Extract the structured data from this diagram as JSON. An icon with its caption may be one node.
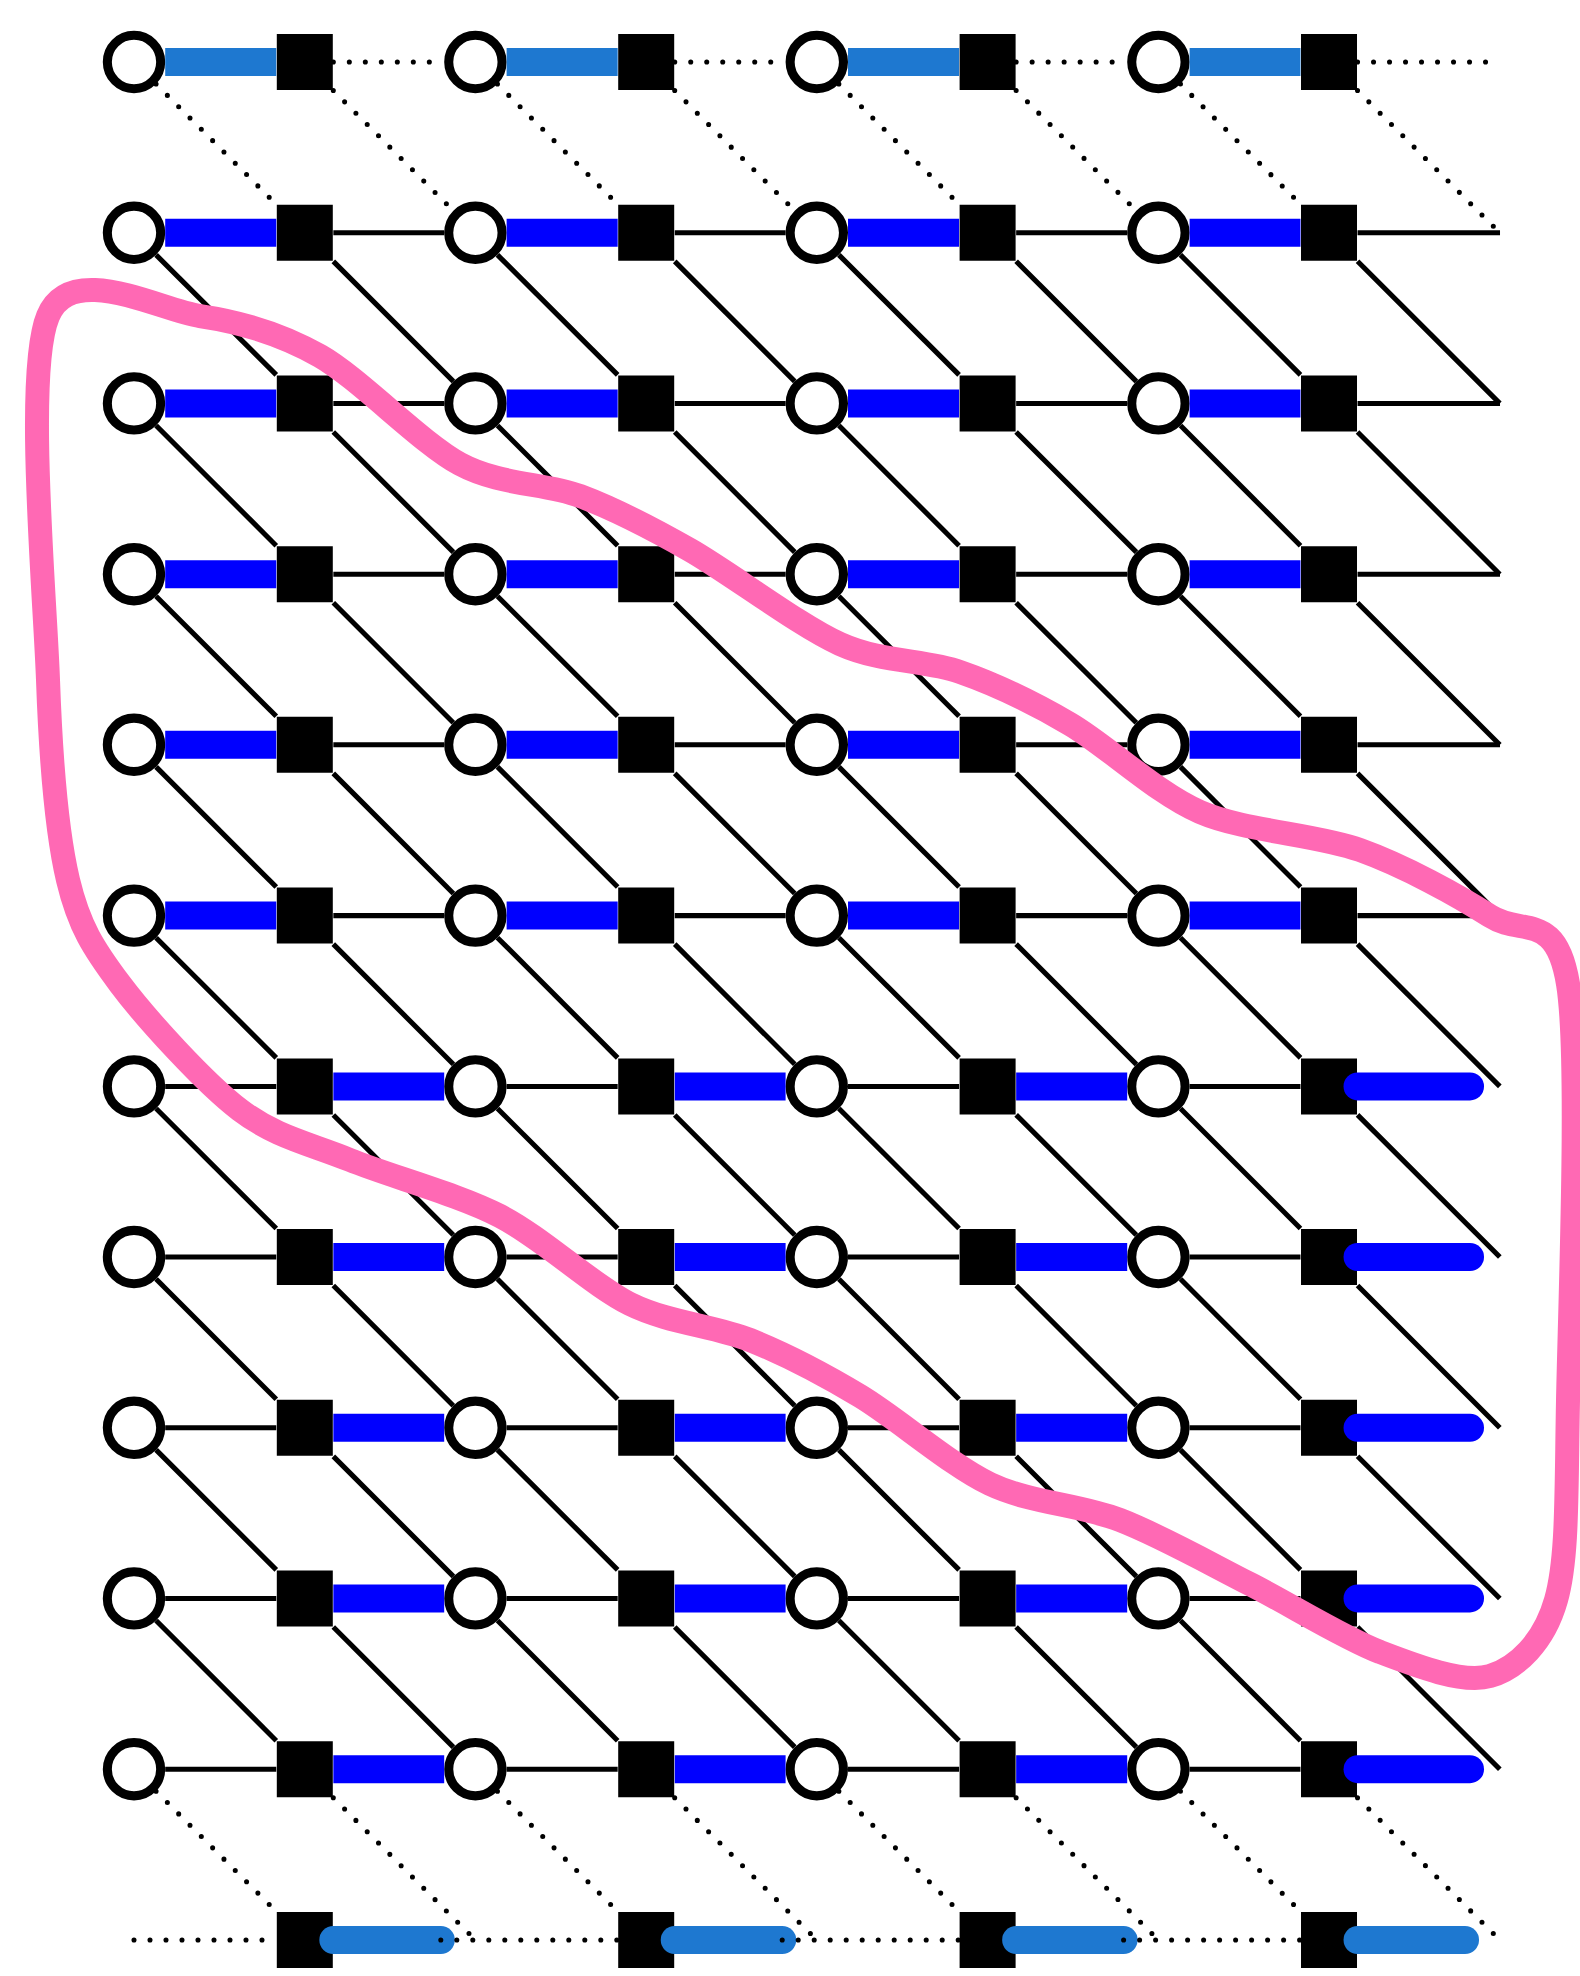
{
  "diagram": {
    "nodes": [
      {
        "text": [],
        "shape": "circle"
      },
      {
        "text": [],
        "shape": "box"
      },
      {
        "text": [],
        "shape": "circle"
      },
      {
        "text": [],
        "shape": "box"
      },
      {
        "text": [],
        "shape": "circle"
      },
      {
        "text": [],
        "shape": "box"
      },
      {
        "text": [],
        "shape": "circle"
      },
      {
        "text": [],
        "shape": "box"
      },
      {
        "text": [],
        "shape": "circle"
      },
      {
        "text": [],
        "shape": "box"
      },
      {
        "text": [],
        "shape": "circle"
      },
      {
        "text": [],
        "shape": "box"
      },
      {
        "text": [],
        "shape": "circle"
      },
      {
        "text": [],
        "shape": "box"
      },
      {
        "text": [],
        "shape": "circle"
      },
      {
        "text": [],
        "shape": "box"
      },
      {
        "text": [],
        "shape": "circle"
      },
      {
        "text": [],
        "shape": "box"
      },
      {
        "text": [],
        "shape": "circle"
      },
      {
        "text": [],
        "shape": "box"
      },
      {
        "text": [],
        "shape": "circle"
      },
      {
        "text": [],
        "shape": "box"
      },
      {
        "text": [],
        "shape": "circle"
      },
      {
        "text": [],
        "shape": "box"
      },
      {
        "text": [],
        "shape": "circle"
      },
      {
        "text": [],
        "shape": "box"
      },
      {
        "text": [],
        "shape": "circle"
      },
      {
        "text": [],
        "shape": "box"
      },
      {
        "text": [],
        "shape": "circle"
      },
      {
        "text": [],
        "shape": "box"
      },
      {
        "text": [],
        "shape": "circle"
      },
      {
        "text": [],
        "shape": "box"
      },
      {
        "text": [],
        "shape": "circle"
      },
      {
        "text": [],
        "shape": "box"
      },
      {
        "text": [],
        "shape": "circle"
      },
      {
        "text": [],
        "shape": "box"
      },
      {
        "text": [],
        "shape": "circle"
      },
      {
        "text": [],
        "shape": "box"
      },
      {
        "text": [],
        "shape": "circle"
      },
      {
        "text": [],
        "shape": "box"
      },
      {
        "text": [],
        "shape": "circle"
      },
      {
        "text": [],
        "shape": "box"
      },
      {
        "text": [],
        "shape": "circle"
      },
      {
        "text": [],
        "shape": "box"
      },
      {
        "text": [],
        "shape": "circle"
      },
      {
        "text": [],
        "shape": "box"
      },
      {
        "text": [],
        "shape": "circle"
      },
      {
        "text": [],
        "shape": "box"
      },
      {
        "text": [],
        "shape": "circle"
      },
      {
        "text": [],
        "shape": "box"
      },
      {
        "text": [],
        "shape": "circle"
      },
      {
        "text": [],
        "shape": "box"
      },
      {
        "text": [],
        "shape": "circle"
      },
      {
        "text": [],
        "shape": "box"
      },
      {
        "text": [],
        "shape": "circle"
      },
      {
        "text": [],
        "shape": "box"
      },
      {
        "text": [],
        "shape": "circle"
      },
      {
        "text": [],
        "shape": "box"
      },
      {
        "text": [],
        "shape": "circle"
      },
      {
        "text": [],
        "shape": "box"
      },
      {
        "text": [],
        "shape": "circle"
      },
      {
        "text": [],
        "shape": "box"
      },
      {
        "text": [],
        "shape": "circle"
      },
      {
        "text": [],
        "shape": "box"
      },
      {
        "text": [],
        "shape": "circle"
      },
      {
        "text": [],
        "shape": "box"
      },
      {
        "text": [],
        "shape": "circle"
      },
      {
        "text": [],
        "shape": "box"
      },
      {
        "text": [],
        "shape": "circle"
      },
      {
        "text": [],
        "shape": "box"
      },
      {
        "text": [],
        "shape": "circle"
      },
      {
        "text": [],
        "shape": "box"
      },
      {
        "text": [],
        "shape": "circle"
      },
      {
        "text": [],
        "shape": "box"
      },
      {
        "text": [],
        "shape": "circle"
      },
      {
        "text": [],
        "shape": "box"
      },
      {
        "text": [],
        "shape": "circle"
      },
      {
        "text": [],
        "shape": "box"
      },
      {
        "text": [],
        "shape": "circle"
      },
      {
        "text": [],
        "shape": "box"
      },
      {
        "text": [],
        "shape": "circle"
      },
      {
        "text": [],
        "shape": "box"
      },
      {
        "text": [],
        "shape": "circle"
      },
      {
        "text": [],
        "shape": "box"
      },
      {
        "text": [],
        "shape": "circle"
      },
      {
        "text": [],
        "shape": "box"
      },
      {
        "text": [],
        "shape": "circle"
      },
      {
        "text": [],
        "shape": "box"
      },
      {
        "text": [],
        "shape": "box"
      },
      {
        "text": [],
        "shape": "box"
      },
      {
        "text": [],
        "shape": "box"
      },
      {
        "text": [],
        "shape": "box"
      }
    ],
    "edges": [
      {
        "from": 0,
        "to": 1,
        "arrow": "none",
        "style": "thick",
        "color": "#1e78d0"
      },
      {
        "from": 1,
        "to": 2,
        "arrow": "none",
        "style": "dashed"
      },
      {
        "from": 2,
        "to": 3,
        "arrow": "none",
        "style": "thick",
        "color": "#1e78d0"
      },
      {
        "from": 3,
        "to": 4,
        "arrow": "none",
        "style": "dashed"
      },
      {
        "from": 4,
        "to": 5,
        "arrow": "none",
        "style": "thick",
        "color": "#1e78d0"
      },
      {
        "from": 5,
        "to": 6,
        "arrow": "none",
        "style": "dashed"
      },
      {
        "from": 6,
        "to": 7,
        "arrow": "none",
        "style": "thick",
        "color": "#1e78d0"
      },
      {
        "from": 7,
        "to": null,
        "arrow": "none",
        "style": "dashed"
      },
      {
        "from": 0,
        "to": 9,
        "arrow": "none",
        "style": "dashed"
      },
      {
        "from": 1,
        "to": 10,
        "arrow": "none",
        "style": "dashed"
      },
      {
        "from": 2,
        "to": 11,
        "arrow": "none",
        "style": "dashed"
      },
      {
        "from": 3,
        "to": 12,
        "arrow": "none",
        "style": "dashed"
      },
      {
        "from": 4,
        "to": 13,
        "arrow": "none",
        "style": "dashed"
      },
      {
        "from": 5,
        "to": 14,
        "arrow": "none",
        "style": "dashed"
      },
      {
        "from": 6,
        "to": 15,
        "arrow": "none",
        "style": "dashed"
      },
      {
        "from": 7,
        "to": null,
        "arrow": "none",
        "style": "dashed"
      },
      {
        "from": 8,
        "to": 9,
        "arrow": "none",
        "style": "thick",
        "color": "#0000ff"
      },
      {
        "from": 9,
        "to": 10,
        "arrow": "none"
      },
      {
        "from": 10,
        "to": 11,
        "arrow": "none",
        "style": "thick",
        "color": "#0000ff"
      },
      {
        "from": 11,
        "to": 12,
        "arrow": "none"
      },
      {
        "from": 12,
        "to": 13,
        "arrow": "none",
        "style": "thick",
        "color": "#0000ff"
      },
      {
        "from": 13,
        "to": 14,
        "arrow": "none"
      },
      {
        "from": 14,
        "to": 15,
        "arrow": "none",
        "style": "thick",
        "color": "#0000ff"
      },
      {
        "from": 15,
        "to": null,
        "arrow": "none"
      },
      {
        "from": 8,
        "to": 17,
        "arrow": "none"
      },
      {
        "from": 9,
        "to": 18,
        "arrow": "none"
      },
      {
        "from": 10,
        "to": 19,
        "arrow": "none"
      },
      {
        "from": 11,
        "to": 20,
        "arrow": "none"
      },
      {
        "from": 12,
        "to": 21,
        "arrow": "none"
      },
      {
        "from": 13,
        "to": 22,
        "arrow": "none"
      },
      {
        "from": 14,
        "to": 23,
        "arrow": "none"
      },
      {
        "from": 15,
        "to": null,
        "arrow": "none"
      },
      {
        "from": 16,
        "to": 17,
        "arrow": "none",
        "style": "thick",
        "color": "#0000ff"
      },
      {
        "from": 17,
        "to": 18,
        "arrow": "none"
      },
      {
        "from": 18,
        "to": 19,
        "arrow": "none",
        "style": "thick",
        "color": "#0000ff"
      },
      {
        "from": 19,
        "to": 20,
        "arrow": "none"
      },
      {
        "from": 20,
        "to": 21,
        "arrow": "none",
        "style": "thick",
        "color": "#0000ff"
      },
      {
        "from": 21,
        "to": 22,
        "arrow": "none"
      },
      {
        "from": 22,
        "to": 23,
        "arrow": "none",
        "style": "thick",
        "color": "#0000ff"
      },
      {
        "from": 23,
        "to": null,
        "arrow": "none"
      },
      {
        "from": 16,
        "to": 25,
        "arrow": "none"
      },
      {
        "from": 17,
        "to": 26,
        "arrow": "none"
      },
      {
        "from": 18,
        "to": 27,
        "arrow": "none"
      },
      {
        "from": 19,
        "to": 28,
        "arrow": "none"
      },
      {
        "from": 20,
        "to": 29,
        "arrow": "none"
      },
      {
        "from": 21,
        "to": 30,
        "arrow": "none"
      },
      {
        "from": 22,
        "to": 31,
        "arrow": "none"
      },
      {
        "from": 23,
        "to": null,
        "arrow": "none"
      },
      {
        "from": 24,
        "to": 25,
        "arrow": "none",
        "style": "thick",
        "color": "#0000ff"
      },
      {
        "from": 25,
        "to": 26,
        "arrow": "none"
      },
      {
        "from": 26,
        "to": 27,
        "arrow": "none",
        "style": "thick",
        "color": "#0000ff"
      },
      {
        "from": 27,
        "to": 28,
        "arrow": "none"
      },
      {
        "from": 28,
        "to": 29,
        "arrow": "none",
        "style": "thick",
        "color": "#0000ff"
      },
      {
        "from": 29,
        "to": 30,
        "arrow": "none"
      },
      {
        "from": 30,
        "to": 31,
        "arrow": "none",
        "style": "thick",
        "color": "#0000ff"
      },
      {
        "from": 31,
        "to": null,
        "arrow": "none"
      },
      {
        "from": 24,
        "to": 33,
        "arrow": "none"
      },
      {
        "from": 25,
        "to": 34,
        "arrow": "none"
      },
      {
        "from": 26,
        "to": 35,
        "arrow": "none"
      },
      {
        "from": 27,
        "to": 36,
        "arrow": "none"
      },
      {
        "from": 28,
        "to": 37,
        "arrow": "none"
      },
      {
        "from": 29,
        "to": 38,
        "arrow": "none"
      },
      {
        "from": 30,
        "to": 39,
        "arrow": "none"
      },
      {
        "from": 31,
        "to": null,
        "arrow": "none"
      },
      {
        "from": 32,
        "to": 33,
        "arrow": "none",
        "style": "thick",
        "color": "#0000ff"
      },
      {
        "from": 33,
        "to": 34,
        "arrow": "none"
      },
      {
        "from": 34,
        "to": 35,
        "arrow": "none",
        "style": "thick",
        "color": "#0000ff"
      },
      {
        "from": 35,
        "to": 36,
        "arrow": "none"
      },
      {
        "from": 36,
        "to": 37,
        "arrow": "none",
        "style": "thick",
        "color": "#0000ff"
      },
      {
        "from": 37,
        "to": 38,
        "arrow": "none"
      },
      {
        "from": 38,
        "to": 39,
        "arrow": "none",
        "style": "thick",
        "color": "#0000ff"
      },
      {
        "from": 39,
        "to": null,
        "arrow": "none"
      },
      {
        "from": 32,
        "to": 41,
        "arrow": "none"
      },
      {
        "from": 33,
        "to": 42,
        "arrow": "none"
      },
      {
        "from": 34,
        "to": 43,
        "arrow": "none"
      },
      {
        "from": 35,
        "to": 44,
        "arrow": "none"
      },
      {
        "from": 36,
        "to": 45,
        "arrow": "none"
      },
      {
        "from": 37,
        "to": 46,
        "arrow": "none"
      },
      {
        "from": 38,
        "to": 47,
        "arrow": "none"
      },
      {
        "from": 39,
        "to": null,
        "arrow": "none"
      },
      {
        "from": 40,
        "to": 41,
        "arrow": "none",
        "style": "thick",
        "color": "#0000ff"
      },
      {
        "from": 41,
        "to": 42,
        "arrow": "none"
      },
      {
        "from": 42,
        "to": 43,
        "arrow": "none",
        "style": "thick",
        "color": "#0000ff"
      },
      {
        "from": 43,
        "to": 44,
        "arrow": "none"
      },
      {
        "from": 44,
        "to": 45,
        "arrow": "none",
        "style": "thick",
        "color": "#0000ff"
      },
      {
        "from": 45,
        "to": 46,
        "arrow": "none"
      },
      {
        "from": 46,
        "to": 47,
        "arrow": "none",
        "style": "thick",
        "color": "#0000ff"
      },
      {
        "from": 47,
        "to": null,
        "arrow": "none"
      },
      {
        "from": 40,
        "to": 49,
        "arrow": "none"
      },
      {
        "from": 41,
        "to": 50,
        "arrow": "none"
      },
      {
        "from": 42,
        "to": 51,
        "arrow": "none"
      },
      {
        "from": 43,
        "to": 52,
        "arrow": "none"
      },
      {
        "from": 44,
        "to": 53,
        "arrow": "none"
      },
      {
        "from": 45,
        "to": 54,
        "arrow": "none"
      },
      {
        "from": 46,
        "to": 55,
        "arrow": "none"
      },
      {
        "from": 47,
        "to": null,
        "arrow": "none"
      },
      {
        "from": 48,
        "to": 49,
        "arrow": "none"
      },
      {
        "from": 49,
        "to": 50,
        "arrow": "none",
        "style": "thick",
        "color": "#0000ff"
      },
      {
        "from": 50,
        "to": 51,
        "arrow": "none"
      },
      {
        "from": 51,
        "to": 52,
        "arrow": "none",
        "style": "thick",
        "color": "#0000ff"
      },
      {
        "from": 52,
        "to": 53,
        "arrow": "none"
      },
      {
        "from": 53,
        "to": 54,
        "arrow": "none",
        "style": "thick",
        "color": "#0000ff"
      },
      {
        "from": 54,
        "to": 55,
        "arrow": "none"
      },
      {
        "from": 55,
        "to": null,
        "arrow": "none",
        "style": "thick",
        "color": "#0000ff"
      },
      {
        "from": 48,
        "to": 57,
        "arrow": "none"
      },
      {
        "from": 49,
        "to": 58,
        "arrow": "none"
      },
      {
        "from": 50,
        "to": 59,
        "arrow": "none"
      },
      {
        "from": 51,
        "to": 60,
        "arrow": "none"
      },
      {
        "from": 52,
        "to": 61,
        "arrow": "none"
      },
      {
        "from": 53,
        "to": 62,
        "arrow": "none"
      },
      {
        "from": 54,
        "to": 63,
        "arrow": "none"
      },
      {
        "from": 55,
        "to": null,
        "arrow": "none"
      },
      {
        "from": 56,
        "to": 57,
        "arrow": "none"
      },
      {
        "from": 57,
        "to": 58,
        "arrow": "none",
        "style": "thick",
        "color": "#0000ff"
      },
      {
        "from": 58,
        "to": 59,
        "arrow": "none"
      },
      {
        "from": 59,
        "to": 60,
        "arrow": "none",
        "style": "thick",
        "color": "#0000ff"
      },
      {
        "from": 60,
        "to": 61,
        "arrow": "none"
      },
      {
        "from": 61,
        "to": 62,
        "arrow": "none",
        "style": "thick",
        "color": "#0000ff"
      },
      {
        "from": 62,
        "to": 63,
        "arrow": "none"
      },
      {
        "from": 63,
        "to": null,
        "arrow": "none",
        "style": "thick",
        "color": "#0000ff"
      },
      {
        "from": 56,
        "to": 65,
        "arrow": "none"
      },
      {
        "from": 57,
        "to": 66,
        "arrow": "none"
      },
      {
        "from": 58,
        "to": 67,
        "arrow": "none"
      },
      {
        "from": 59,
        "to": 68,
        "arrow": "none"
      },
      {
        "from": 60,
        "to": 69,
        "arrow": "none"
      },
      {
        "from": 61,
        "to": 70,
        "arrow": "none"
      },
      {
        "from": 62,
        "to": 71,
        "arrow": "none"
      },
      {
        "from": 63,
        "to": null,
        "arrow": "none"
      },
      {
        "from": 64,
        "to": 65,
        "arrow": "none"
      },
      {
        "from": 65,
        "to": 66,
        "arrow": "none",
        "style": "thick",
        "color": "#0000ff"
      },
      {
        "from": 66,
        "to": 67,
        "arrow": "none"
      },
      {
        "from": 67,
        "to": 68,
        "arrow": "none",
        "style": "thick",
        "color": "#0000ff"
      },
      {
        "from": 68,
        "to": 69,
        "arrow": "none"
      },
      {
        "from": 69,
        "to": 70,
        "arrow": "none",
        "style": "thick",
        "color": "#0000ff"
      },
      {
        "from": 70,
        "to": 71,
        "arrow": "none"
      },
      {
        "from": 71,
        "to": null,
        "arrow": "none",
        "style": "thick",
        "color": "#0000ff"
      },
      {
        "from": 64,
        "to": 73,
        "arrow": "none"
      },
      {
        "from": 65,
        "to": 74,
        "arrow": "none"
      },
      {
        "from": 66,
        "to": 75,
        "arrow": "none"
      },
      {
        "from": 67,
        "to": 76,
        "arrow": "none"
      },
      {
        "from": 68,
        "to": 77,
        "arrow": "none"
      },
      {
        "from": 69,
        "to": 78,
        "arrow": "none"
      },
      {
        "from": 70,
        "to": 79,
        "arrow": "none"
      },
      {
        "from": 71,
        "to": null,
        "arrow": "none"
      },
      {
        "from": 72,
        "to": 73,
        "arrow": "none"
      },
      {
        "from": 73,
        "to": 74,
        "arrow": "none",
        "style": "thick",
        "color": "#0000ff"
      },
      {
        "from": 74,
        "to": 75,
        "arrow": "none"
      },
      {
        "from": 75,
        "to": 76,
        "arrow": "none",
        "style": "thick",
        "color": "#0000ff"
      },
      {
        "from": 76,
        "to": 77,
        "arrow": "none"
      },
      {
        "from": 77,
        "to": 78,
        "arrow": "none",
        "style": "thick",
        "color": "#0000ff"
      },
      {
        "from": 78,
        "to": 79,
        "arrow": "none"
      },
      {
        "from": 79,
        "to": null,
        "arrow": "none",
        "style": "thick",
        "color": "#0000ff"
      },
      {
        "from": 72,
        "to": 81,
        "arrow": "none"
      },
      {
        "from": 73,
        "to": 82,
        "arrow": "none"
      },
      {
        "from": 74,
        "to": 83,
        "arrow": "none"
      },
      {
        "from": 75,
        "to": 84,
        "arrow": "none"
      },
      {
        "from": 76,
        "to": 85,
        "arrow": "none"
      },
      {
        "from": 77,
        "to": 86,
        "arrow": "none"
      },
      {
        "from": 78,
        "to": 87,
        "arrow": "none"
      },
      {
        "from": 79,
        "to": null,
        "arrow": "none"
      },
      {
        "from": 80,
        "to": 81,
        "arrow": "none"
      },
      {
        "from": 81,
        "to": 82,
        "arrow": "none",
        "style": "thick",
        "color": "#0000ff"
      },
      {
        "from": 82,
        "to": 83,
        "arrow": "none"
      },
      {
        "from": 83,
        "to": 84,
        "arrow": "none",
        "style": "thick",
        "color": "#0000ff"
      },
      {
        "from": 84,
        "to": 85,
        "arrow": "none"
      },
      {
        "from": 85,
        "to": 86,
        "arrow": "none",
        "style": "thick",
        "color": "#0000ff"
      },
      {
        "from": 86,
        "to": 87,
        "arrow": "none"
      },
      {
        "from": 87,
        "to": null,
        "arrow": "none",
        "style": "thick",
        "color": "#0000ff"
      },
      {
        "from": 80,
        "to": 88,
        "arrow": "none",
        "style": "dashed"
      },
      {
        "from": 81,
        "to": null,
        "arrow": "none",
        "style": "dashed"
      },
      {
        "from": 82,
        "to": 89,
        "arrow": "none",
        "style": "dashed"
      },
      {
        "from": 83,
        "to": null,
        "arrow": "none",
        "style": "dashed"
      },
      {
        "from": 84,
        "to": 90,
        "arrow": "none",
        "style": "dashed"
      },
      {
        "from": 85,
        "to": null,
        "arrow": "none",
        "style": "dashed"
      },
      {
        "from": 86,
        "to": 91,
        "arrow": "none",
        "style": "dashed"
      },
      {
        "from": 87,
        "to": null,
        "arrow": "none",
        "style": "dashed"
      },
      {
        "from": null,
        "to": 88,
        "arrow": "none",
        "style": "dashed"
      },
      {
        "from": 88,
        "to": null,
        "arrow": "none",
        "style": "thick",
        "color": "#1e78d0"
      },
      {
        "from": null,
        "to": 89,
        "arrow": "none",
        "style": "dashed"
      },
      {
        "from": 89,
        "to": null,
        "arrow": "none",
        "style": "thick",
        "color": "#1e78d0"
      },
      {
        "from": null,
        "to": 90,
        "arrow": "none",
        "style": "dashed"
      },
      {
        "from": 90,
        "to": null,
        "arrow": "none",
        "style": "thick",
        "color": "#1e78d0"
      },
      {
        "from": null,
        "to": 91,
        "arrow": "none",
        "style": "dashed"
      },
      {
        "from": 91,
        "to": null,
        "arrow": "none",
        "style": "thick",
        "color": "#1e78d0"
      }
    ]
  }
}
